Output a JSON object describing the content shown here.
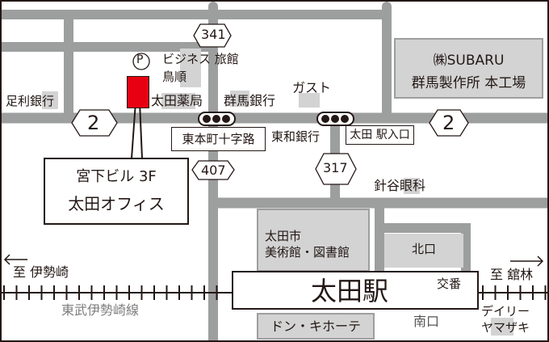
{
  "routes": {
    "r341": "341",
    "r2_left": "2",
    "r2_right": "2",
    "r407": "407",
    "r317": "317"
  },
  "parking": "P",
  "office": {
    "line1": "宮下ビル 3F",
    "line2": "太田オフィス",
    "color": "#e60012"
  },
  "landmarks": {
    "business_hotel_1": "ビジネス 旅館",
    "business_hotel_2": "鳥順",
    "ashikaga_bank": "足利銀行",
    "ota_pharmacy": "太田薬局",
    "gunma_bank": "群馬銀行",
    "gusto": "ガスト",
    "towa_bank": "東和銀行",
    "harigaya_eye": "針谷眼科",
    "subaru_1": "㈱SUBARU",
    "subaru_2": "群馬製作所 本工場",
    "museum_1": "太田市",
    "museum_2": "美術館・図書館",
    "north_exit": "北口",
    "south_exit": "南口",
    "koban": "交番",
    "donki": "ドン・キホーテ",
    "daily_1": "デイリー",
    "daily_2": "ヤマザキ"
  },
  "intersections": {
    "higashihoncho": "東本町十字路",
    "ota_eki_iriguchi": "太田 駅入口"
  },
  "station": "太田駅",
  "railway": {
    "name": "東武伊勢崎線",
    "to_left": "至 伊勢崎",
    "to_right": "至 舘林"
  },
  "colors": {
    "road": "#9d9e9e",
    "building": "#d3d3d3",
    "ink": "#231815"
  }
}
